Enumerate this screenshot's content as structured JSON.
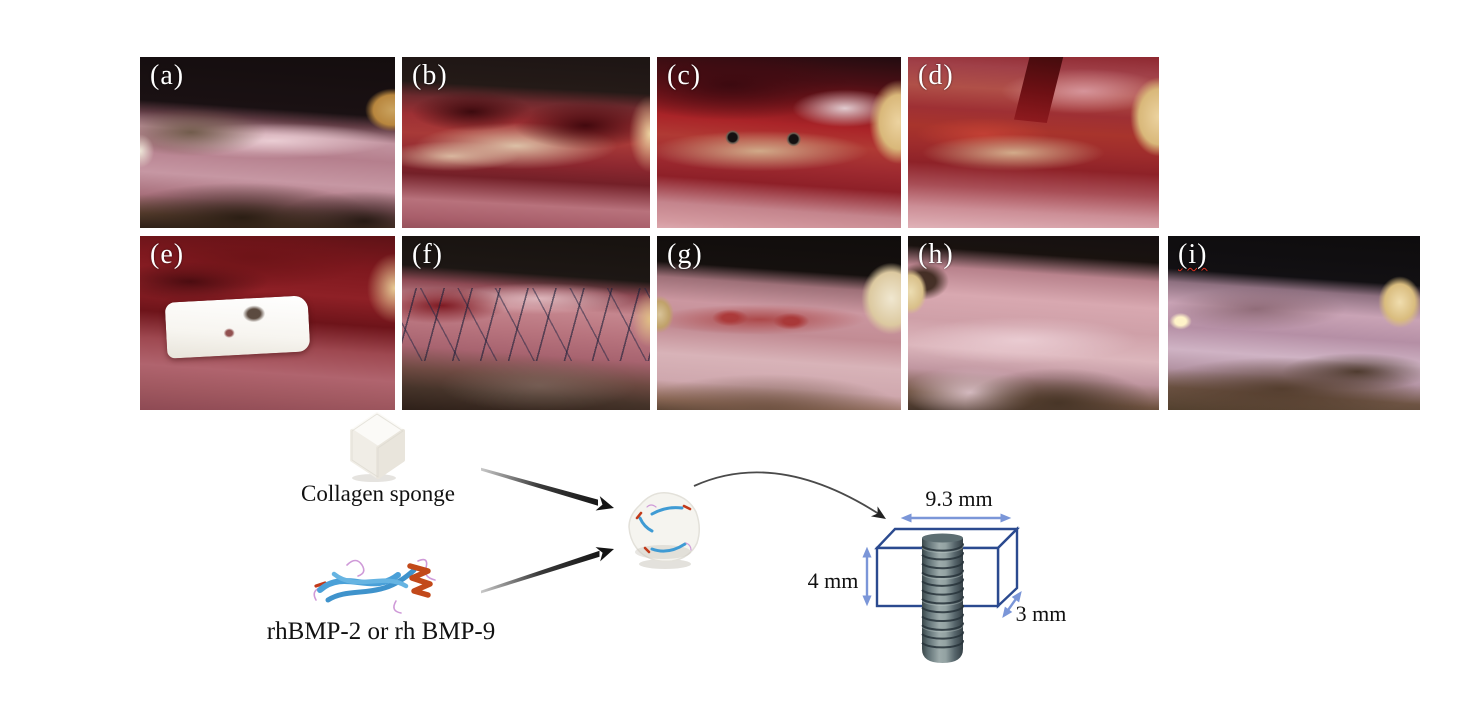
{
  "figure": {
    "panels": [
      {
        "id": "a",
        "label": "(a)",
        "alt": "intact alveolar ridge mucosa before surgery"
      },
      {
        "id": "b",
        "label": "(b)",
        "alt": "flap elevated exposing bleeding bone defect"
      },
      {
        "id": "c",
        "label": "(c)",
        "alt": "two implant fixtures placed in exposed bone"
      },
      {
        "id": "d",
        "label": "(d)",
        "alt": "grafted surgical site retracted with instrument"
      },
      {
        "id": "e",
        "label": "(e)",
        "alt": "white collagen sponge placed over the defect"
      },
      {
        "id": "f",
        "label": "(f)",
        "alt": "flap repositioned and closed with dark sutures"
      },
      {
        "id": "g",
        "label": "(g)",
        "alt": "mucosa during early healing with faint wound line"
      },
      {
        "id": "h",
        "label": "(h)",
        "alt": "smooth healed mucosa"
      },
      {
        "id": "i",
        "label": "(i)",
        "alt": "fully healed ridge with pale pink mucosa"
      }
    ],
    "diagram": {
      "collagen_label": "Collagen sponge",
      "bmp_label": "rhBMP-2 or rh BMP-9",
      "dims": {
        "width": "9.3 mm",
        "height": "4 mm",
        "depth": "3 mm"
      },
      "colors": {
        "dimension_arrow": "#7b96d8",
        "box_outline": "#2b4a8f",
        "merge_arrow": "#141414",
        "curve_arrow": "#4a4a4a",
        "squiggle_underline": "#e03020"
      }
    }
  }
}
